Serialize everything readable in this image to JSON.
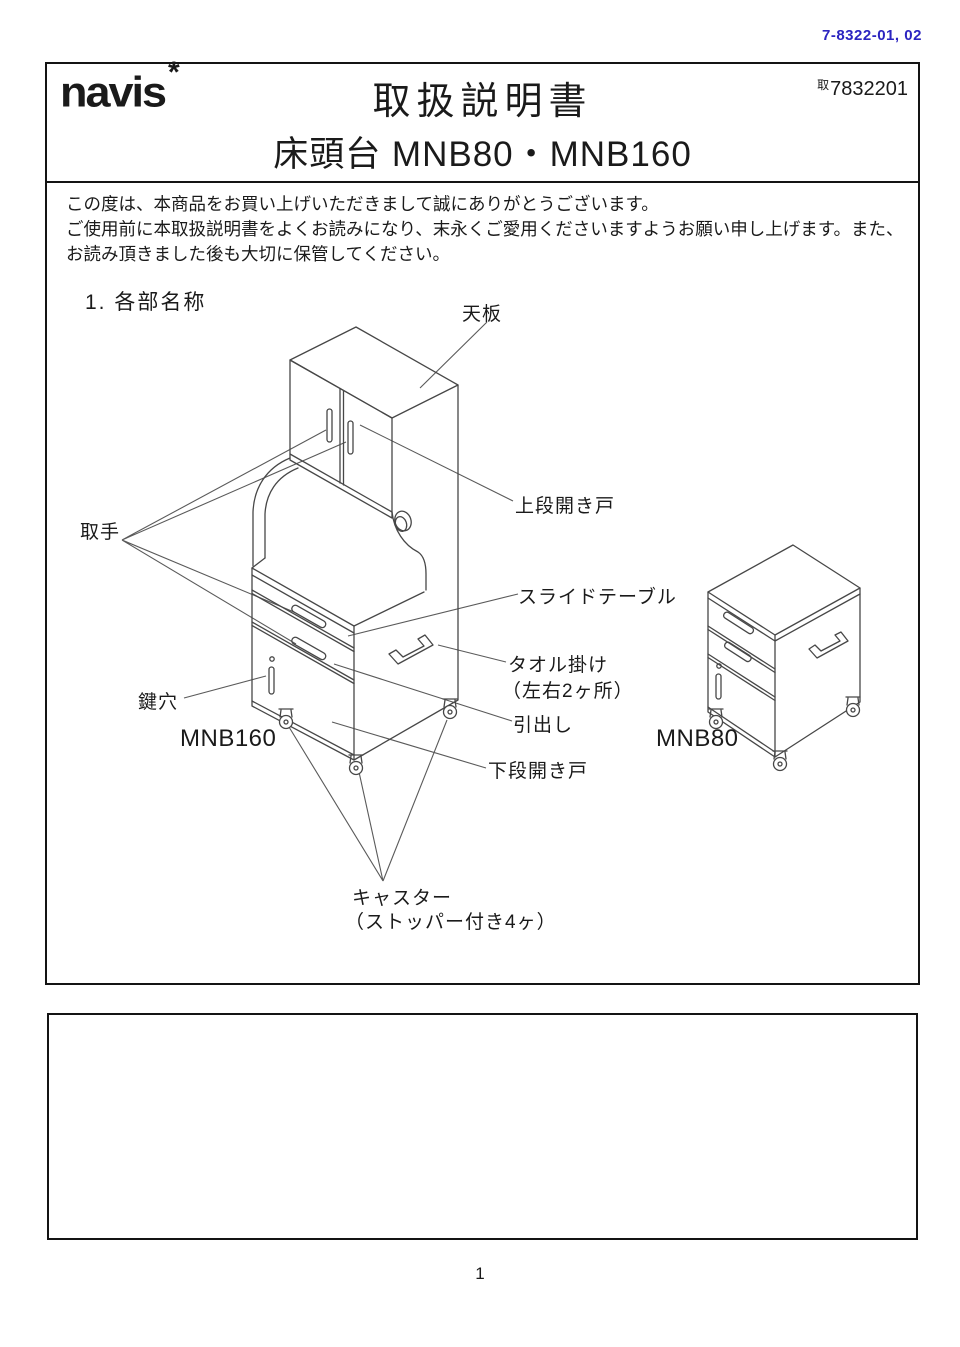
{
  "page": {
    "doc_code_top": "7-8322-01, 02",
    "page_number": "1"
  },
  "header": {
    "brand": "navis",
    "brand_asterisk": "*",
    "title": "取扱説明書",
    "product_code_prefix": "取",
    "product_code": "7832201",
    "subtitle": "床頭台 MNB80・MNB160"
  },
  "intro": {
    "line1": "この度は、本商品をお買い上げいただきまして誠にありがとうございます。",
    "line2": "ご使用前に本取扱説明書をよくお読みになり、末永くご愛用くださいますようお願い申し上げます。また、",
    "line3": "お読み頂きました後も大切に保管してください。"
  },
  "section1": {
    "heading": "1. 各部名称",
    "labels": {
      "top_board": "天板",
      "upper_door": "上段開き戸",
      "handle": "取手",
      "slide_table": "スライドテーブル",
      "towel_rack": "タオル掛け",
      "towel_rack_note": "（左右2ヶ所）",
      "keyhole": "鍵穴",
      "drawer": "引出し",
      "lower_door": "下段開き戸",
      "model_large": "MNB160",
      "model_small": "MNB80",
      "caster": "キャスター",
      "caster_note": "（ストッパー付き4ヶ）"
    }
  },
  "colors": {
    "doc_code_blue": "#2b24c0",
    "border_black": "#141414",
    "line_gray": "#474747"
  }
}
